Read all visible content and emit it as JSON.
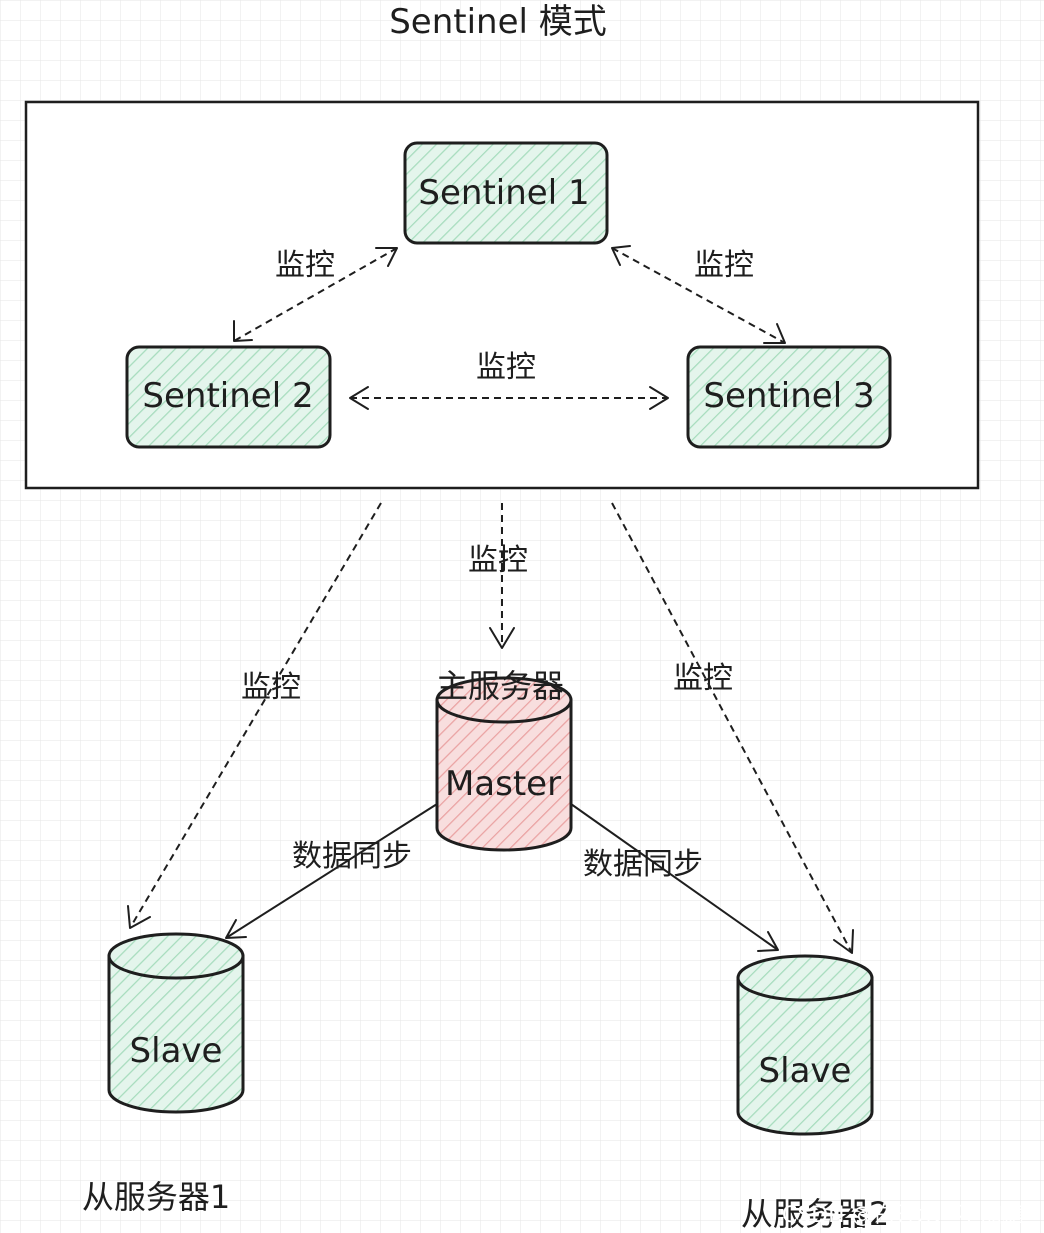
{
  "title": "Sentinel 模式",
  "colors": {
    "sentinel_fill": "#c9ecd9",
    "master_fill": "#f4c3c3",
    "slave_fill": "#c9ecd9",
    "grid": "#e6e6e6",
    "stroke": "#1e1e1e"
  },
  "sentinels": [
    {
      "label": "Sentinel 1"
    },
    {
      "label": "Sentinel 2"
    },
    {
      "label": "Sentinel 3"
    }
  ],
  "edge_labels": {
    "s1_s2": "监控",
    "s1_s3": "监控",
    "s2_s3": "监控",
    "to_master": "监控",
    "to_slave1": "监控",
    "to_slave2": "监控",
    "sync_left": "数据同步",
    "sync_right": "数据同步"
  },
  "master": {
    "label": "Master",
    "caption": "主服务器"
  },
  "slaves": [
    {
      "label": "Slave",
      "caption": "从服务器1"
    },
    {
      "label": "Slave",
      "caption": "从服务器2"
    }
  ],
  "watermark": "CSDN @白开水~不加糖"
}
